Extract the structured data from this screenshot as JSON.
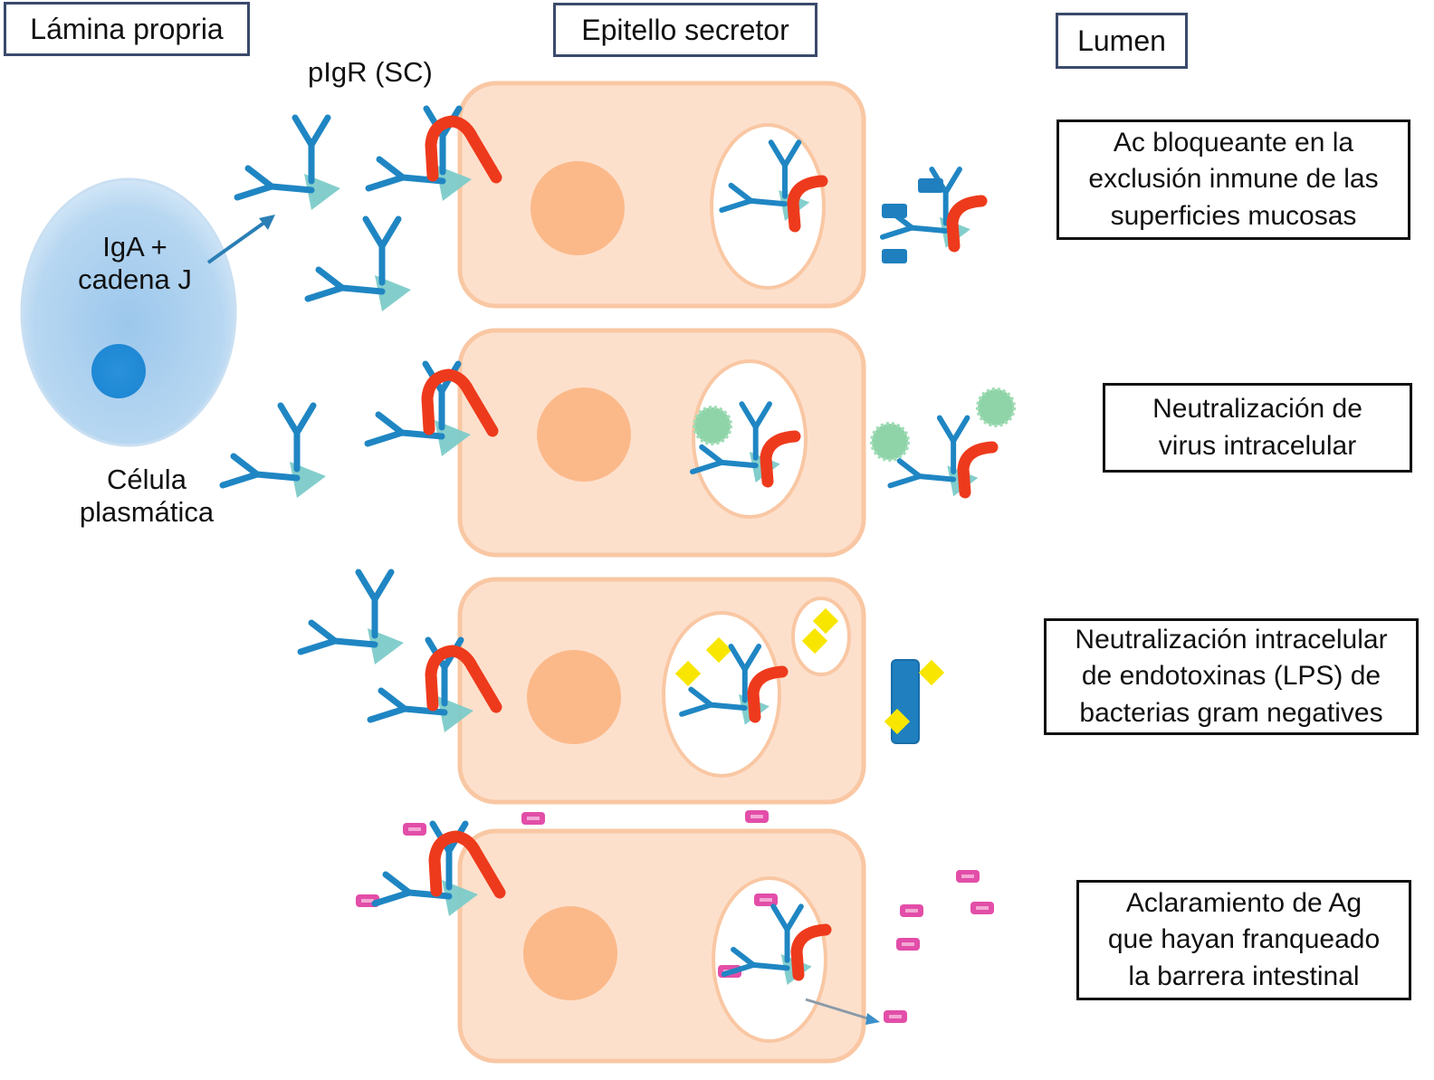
{
  "headers": {
    "lamina_propria": "Lámina propria",
    "epitelio": "Epitello secretor",
    "lumen": "Lumen"
  },
  "labels": {
    "receptor": "pIgR (SC)",
    "plasma_content_1": "IgA +",
    "plasma_content_2": "cadena J",
    "plasma_cell_1": "Célula",
    "plasma_cell_2": "plasmática"
  },
  "functions": [
    {
      "lines": [
        "Ac bloqueante en la",
        "exclusión inmune de las",
        "superficies mucosas"
      ]
    },
    {
      "lines": [
        "Neutralización de",
        "virus intracelular"
      ]
    },
    {
      "lines": [
        "Neutralización intracelular",
        "de endotoxinas (LPS) de",
        "bacterias gram negatives"
      ]
    },
    {
      "lines": [
        "Aclaramiento de Ag",
        "que hayan franqueado",
        "la barrera intestinal"
      ]
    }
  ],
  "colors": {
    "cell_fill": "#fde0cc",
    "cell_border": "#f9c7a3",
    "nucleus": "#fbb98a",
    "igA": "#1f86c3",
    "j_chain": "#7ccbc9",
    "receptor": "#ee3a1c",
    "plasma_cell": "#a9cdee",
    "plasma_nucleus": "#1a8ad8",
    "virus": "#8fd3a8",
    "lps": "#f8e600",
    "bacteria": "#1f7fbf",
    "antigen": "#e24ea8",
    "header_border": "#3b4a6b"
  }
}
